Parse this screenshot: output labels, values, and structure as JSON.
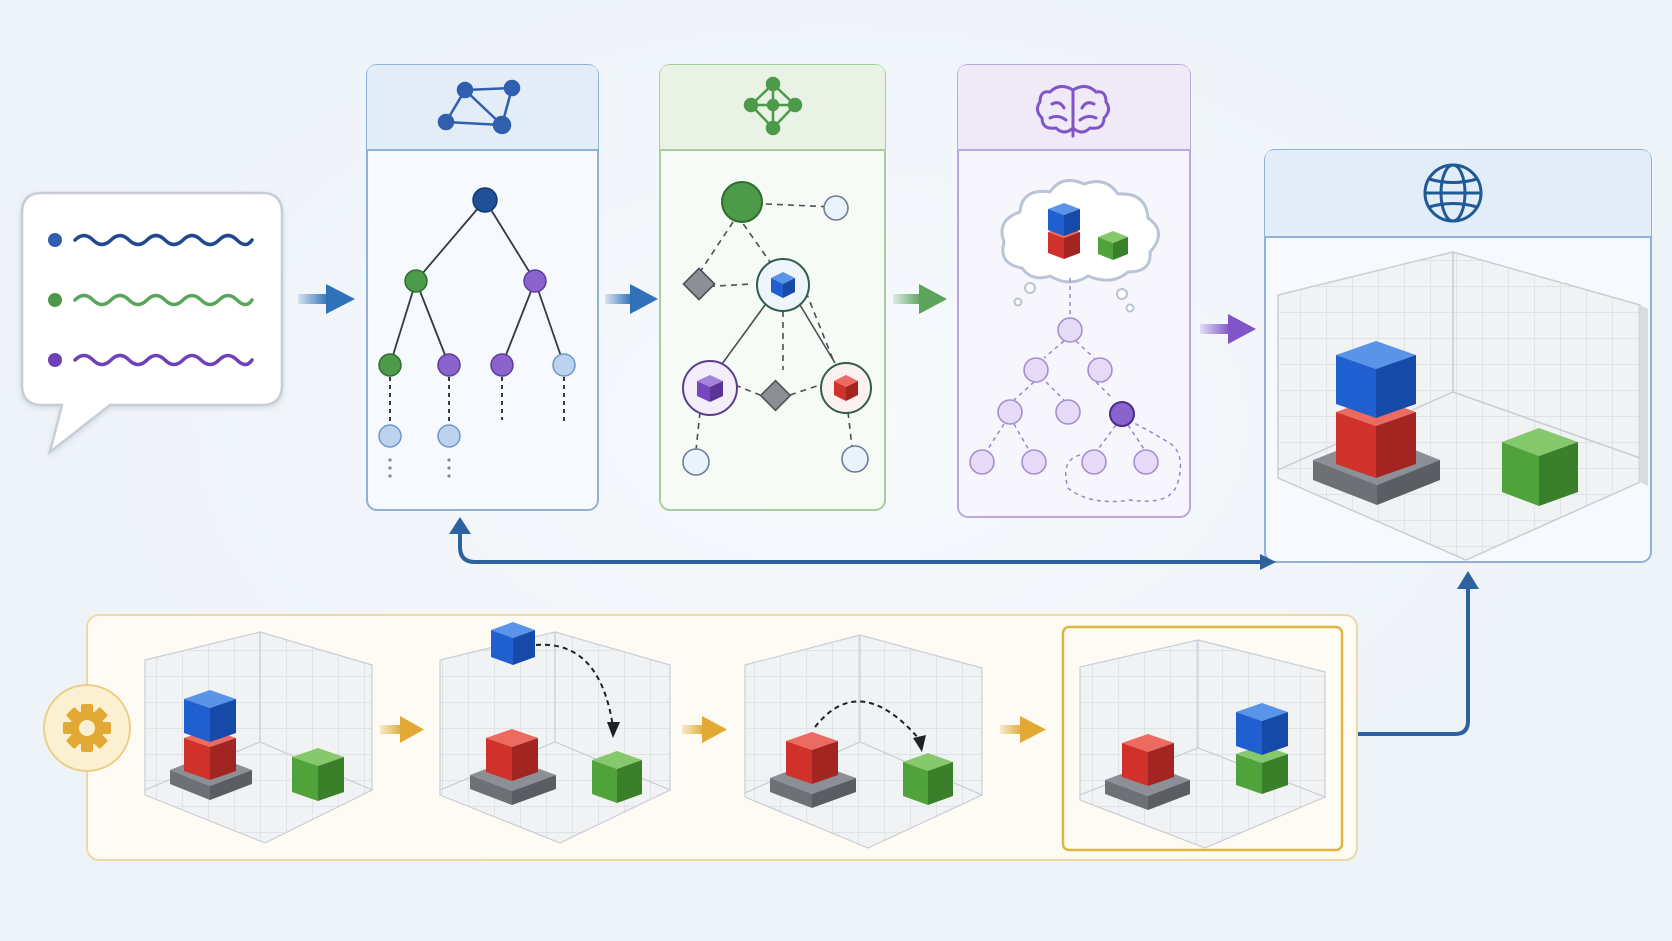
{
  "title": "",
  "colors": {
    "blue": "#2f72b8",
    "green": "#5aa55a",
    "purple": "#7f55c7",
    "gold": "#e2aa35",
    "cube_blue": "#1f5fcf",
    "cube_red": "#d0322b",
    "cube_green": "#4fa33a",
    "panel_blue_border": "#8fb3d8",
    "panel_green_border": "#a8cc9f",
    "panel_purple_border": "#bba7dc",
    "sequence_border": "#ecd9a6"
  },
  "instruction_lines": [
    "blue",
    "green",
    "purple"
  ],
  "panels": [
    {
      "key": "parse",
      "icon": "network-graph-icon",
      "accent": "blue"
    },
    {
      "key": "scene_graph",
      "icon": "graph-node-icon",
      "accent": "green"
    },
    {
      "key": "reason",
      "icon": "brain-icon",
      "accent": "purple"
    },
    {
      "key": "world",
      "icon": "globe-icon",
      "accent": "blue"
    }
  ],
  "sequence": {
    "icon": "gear-icon",
    "frames": [
      {
        "step": 1,
        "state": "initial: blue on red on pedestal, green on floor"
      },
      {
        "step": 2,
        "state": "blue cube lifted and moved"
      },
      {
        "step": 3,
        "state": "moving toward green cube"
      },
      {
        "step": 4,
        "state": "final: blue on green",
        "highlighted": true
      }
    ]
  }
}
